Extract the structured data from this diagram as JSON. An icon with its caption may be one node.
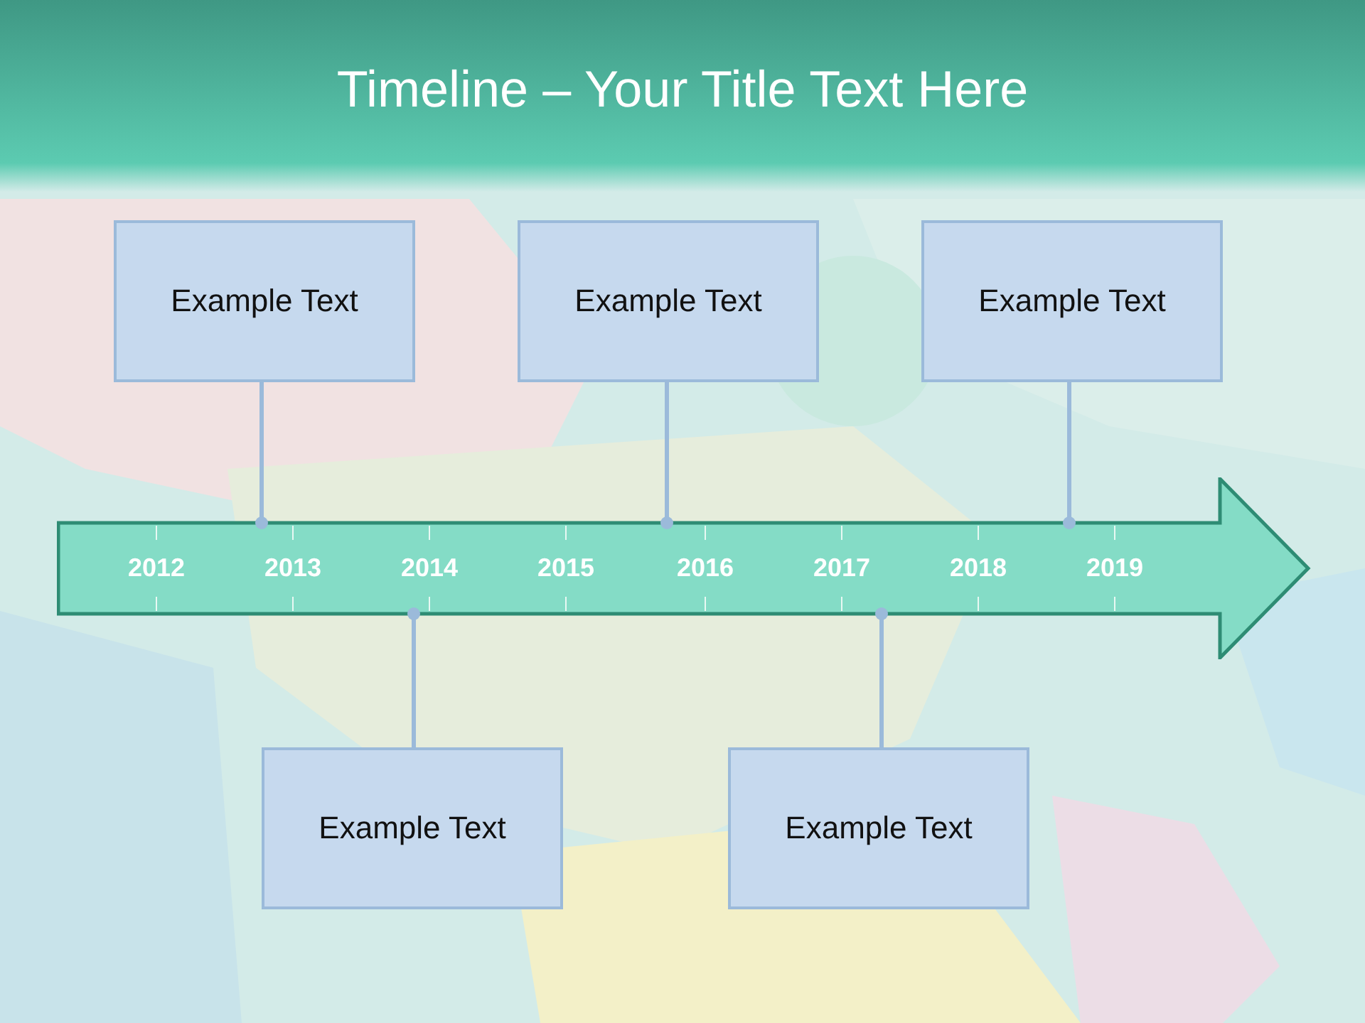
{
  "diagram": {
    "title": "Timeline – Your Title Text Here",
    "nodes": [
      {
        "text": [
          "Example Text"
        ]
      },
      {
        "text": [
          "Example Text"
        ]
      },
      {
        "text": [
          "Example Text"
        ]
      },
      {
        "text": [
          "2012",
          "2013",
          "2014",
          "2015",
          "2016",
          "2017",
          "2018",
          "2019"
        ]
      },
      {
        "text": [
          "Example Text"
        ]
      },
      {
        "text": [
          "Example Text"
        ]
      }
    ],
    "edges": [
      {
        "from": 0,
        "to": 3,
        "arrow": "other"
      },
      {
        "from": 1,
        "to": 3,
        "arrow": "other"
      },
      {
        "from": 2,
        "to": 3,
        "arrow": "other"
      },
      {
        "from": 4,
        "to": 3,
        "arrow": "other"
      },
      {
        "from": 5,
        "to": 3,
        "arrow": "other"
      }
    ]
  }
}
